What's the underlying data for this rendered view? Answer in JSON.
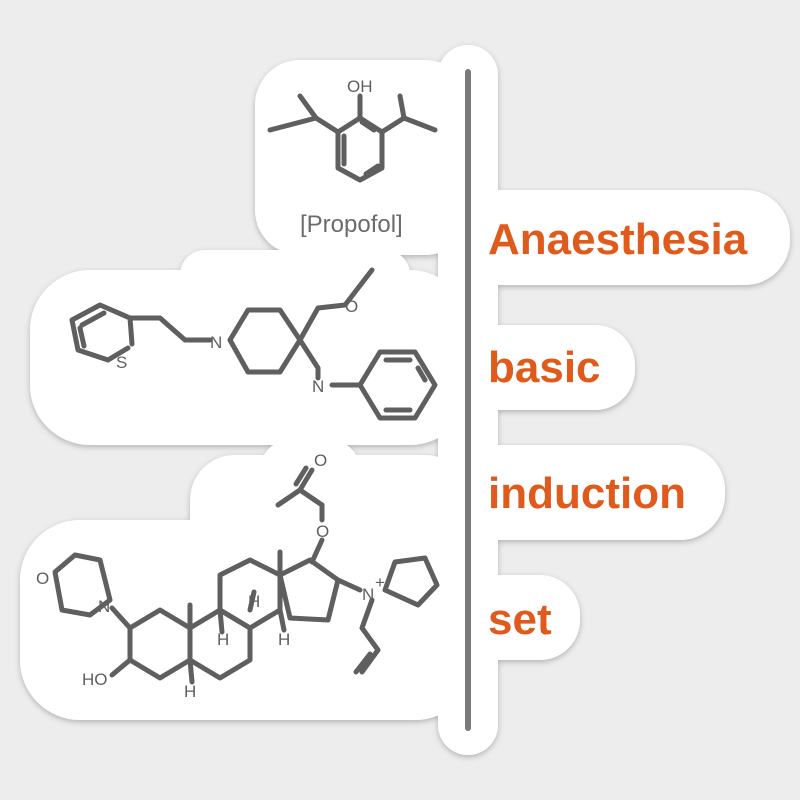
{
  "colors": {
    "background": "#ededed",
    "sticker": "#ffffff",
    "accent": "#e05a1c",
    "molecule": "#5f5f5f",
    "divider": "#7a7a7a"
  },
  "title_lines": [
    "Anaesthesia",
    "basic",
    "induction",
    "set"
  ],
  "molecules": {
    "propofol": {
      "caption": "[Propofol]",
      "atoms": {
        "oh": "OH"
      }
    },
    "sufentanil": {
      "atoms": {
        "o": "O",
        "n_ring": "N",
        "n_amine": "N",
        "s": "S"
      }
    },
    "rocuronium": {
      "atoms": {
        "o_carbonyl": "O",
        "o_ester": "O",
        "o_morph": "O",
        "n_morph": "N",
        "n_plus": "N",
        "plus": "+",
        "h1": "H",
        "h2": "H",
        "h3": "H",
        "h4": "H",
        "ho": "HO"
      }
    }
  }
}
